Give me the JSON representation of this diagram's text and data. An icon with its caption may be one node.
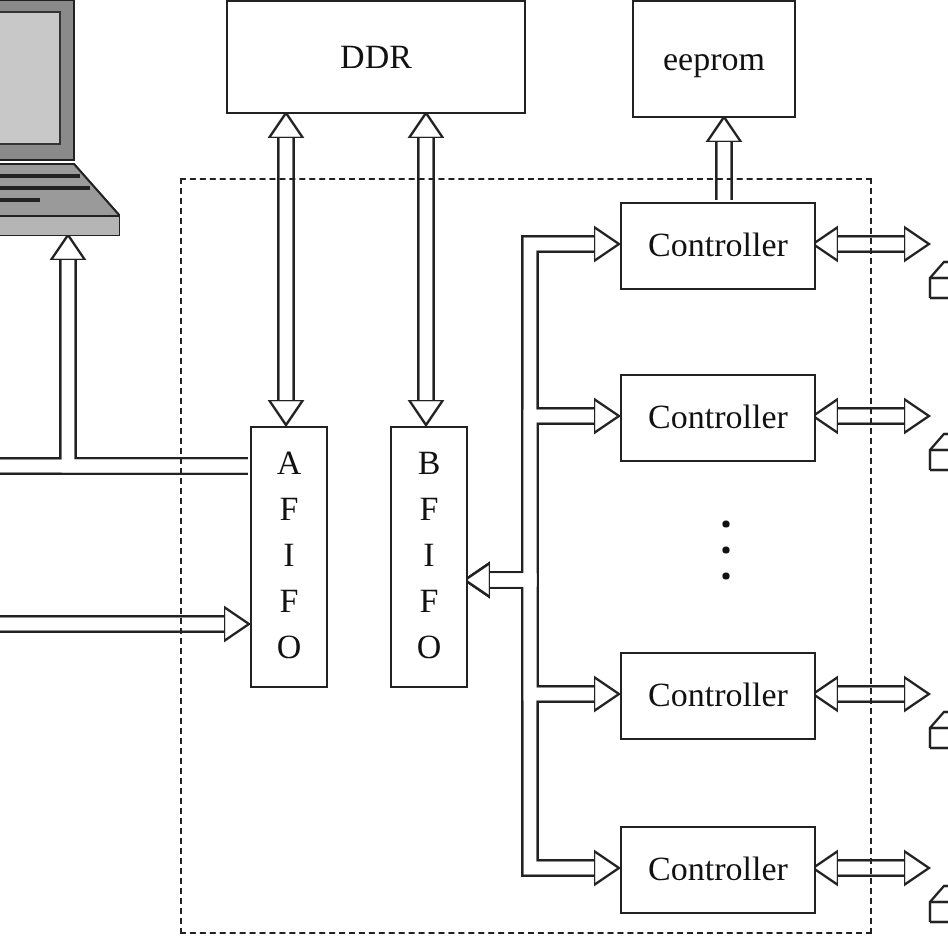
{
  "diagram": {
    "nodes": [
      {
        "text": [],
        "shape": "picture"
      },
      {
        "text": [
          "DDR"
        ]
      },
      {
        "text": [
          "eeprom"
        ]
      },
      {
        "text": [],
        "shape": "box"
      },
      {
        "text": [
          "AFIFO"
        ],
        "in": 3
      },
      {
        "text": [
          "BFIFO"
        ],
        "in": 3
      },
      {
        "text": [
          "Controller"
        ],
        "in": 3
      },
      {
        "text": [
          "Controller"
        ],
        "in": 3
      },
      {
        "text": [
          "Controller"
        ],
        "in": 3
      },
      {
        "text": [
          "Controller"
        ],
        "in": 3
      },
      {
        "text": [],
        "shape": "box"
      },
      {
        "text": [],
        "shape": "box"
      },
      {
        "text": [],
        "shape": "box"
      },
      {
        "text": [],
        "shape": "box"
      }
    ],
    "edges": [
      {
        "from": 4,
        "to": 0,
        "arrow": "to"
      },
      {
        "from": null,
        "to": 4,
        "arrow": "none"
      },
      {
        "from": null,
        "to": 4,
        "arrow": "to"
      },
      {
        "from": 1,
        "to": 4,
        "arrow": "both"
      },
      {
        "from": 1,
        "to": 5,
        "arrow": "both"
      },
      {
        "from": 6,
        "to": 2,
        "arrow": "to"
      },
      {
        "from": 5,
        "to": 6,
        "arrow": "both"
      },
      {
        "from": 5,
        "to": 7,
        "arrow": "both"
      },
      {
        "from": 5,
        "to": 8,
        "arrow": "both"
      },
      {
        "from": 5,
        "to": 9,
        "arrow": "both"
      },
      {
        "from": 6,
        "to": 10,
        "arrow": "both"
      },
      {
        "from": 7,
        "to": 11,
        "arrow": "both"
      },
      {
        "from": 8,
        "to": 12,
        "arrow": "both"
      },
      {
        "from": 9,
        "to": 13,
        "arrow": "both"
      }
    ]
  }
}
